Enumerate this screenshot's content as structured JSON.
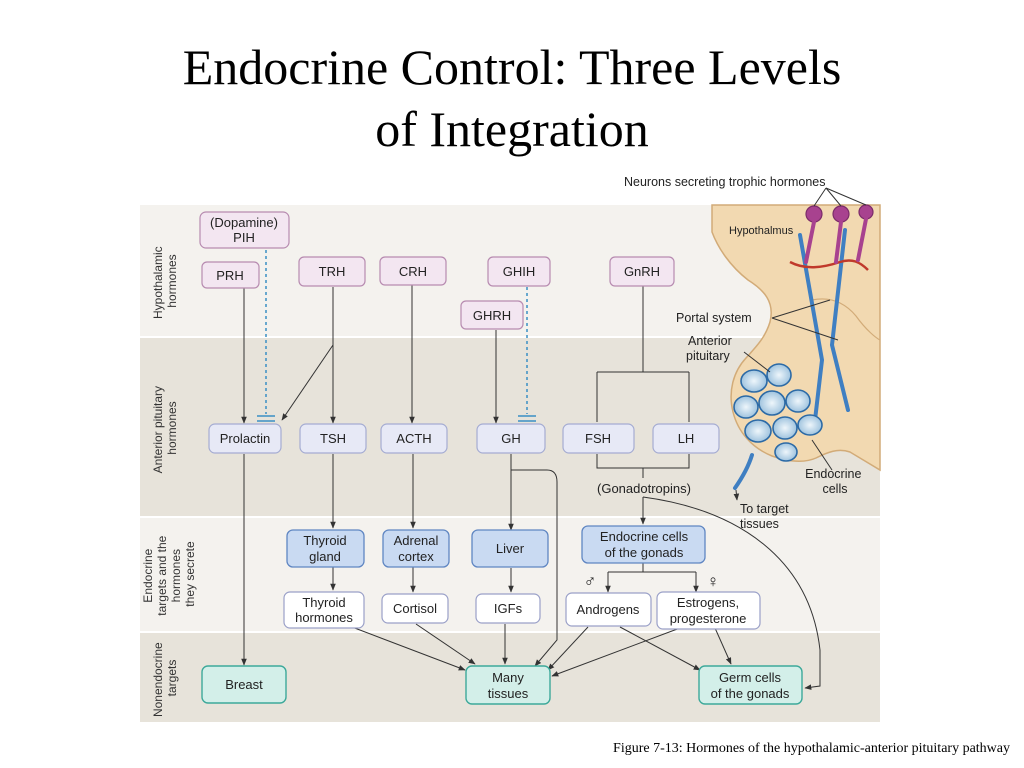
{
  "page": {
    "title_line1": "Endocrine Control: Three Levels",
    "title_line2": "of Integration",
    "caption": "Figure 7-13: Hormones of the hypothalamic-anterior pituitary pathway"
  },
  "diagram": {
    "row_labels": {
      "hypothalamic": [
        "Hypothalamic",
        "hormones"
      ],
      "anterior": [
        "Anterior pituitary",
        "hormones"
      ],
      "targets": [
        "Endocrine",
        "targets and the",
        "hormones",
        "they secrete"
      ],
      "nonendocrine": [
        "Nonendocrine",
        "targets"
      ]
    },
    "hypothalamic_hormones": {
      "pih": [
        "(Dopamine)",
        "PIH"
      ],
      "prh": "PRH",
      "trh": "TRH",
      "crh": "CRH",
      "ghih": "GHIH",
      "ghrh": "GHRH",
      "gnrh": "GnRH"
    },
    "pituitary_hormones": {
      "prolactin": "Prolactin",
      "tsh": "TSH",
      "acth": "ACTH",
      "gh": "GH",
      "fsh": "FSH",
      "lh": "LH",
      "gonadotropins": "(Gonadotropins)"
    },
    "endocrine_targets": {
      "thyroid": [
        "Thyroid",
        "gland"
      ],
      "adrenal": [
        "Adrenal",
        "cortex"
      ],
      "liver": "Liver",
      "gonads": [
        "Endocrine cells",
        "of the gonads"
      ]
    },
    "secreted_hormones": {
      "thyroid_hormones": [
        "Thyroid",
        "hormones"
      ],
      "cortisol": "Cortisol",
      "igfs": "IGFs",
      "androgens": "Androgens",
      "estrogens": [
        "Estrogens,",
        "progesterone"
      ]
    },
    "nonendocrine_targets": {
      "breast": "Breast",
      "many_tissues": [
        "Many",
        "tissues"
      ],
      "germ_cells": [
        "Germ cells",
        "of the gonads"
      ]
    },
    "sex_symbols": {
      "male": "♂",
      "female": "♀"
    },
    "anatomy": {
      "neurons": "Neurons secreting trophic hormones",
      "hypothalamus": "Hypothalmus",
      "portal": "Portal system",
      "anterior": [
        "Anterior",
        "pituitary"
      ],
      "endocrine_cells": [
        "Endocrine",
        "cells"
      ],
      "to_target": [
        "To target",
        "tissues"
      ]
    },
    "colors": {
      "hypothalamic_box": "#f3e6f1",
      "hypothalamic_border": "#b78bb0",
      "pituitary_box": "#e7e9f6",
      "pituitary_border": "#a5acd2",
      "gland_box": "#c9daf2",
      "gland_border": "#5f86c2",
      "hormone_box": "#ffffff",
      "hormone_border": "#9aa0c8",
      "target_box": "#d3efe9",
      "target_border": "#3da99a",
      "band_light": "#f4f2ee",
      "band_dark": "#e7e3da",
      "tissue": "#f2d9b1",
      "vessel": "#3f7fc2"
    }
  }
}
